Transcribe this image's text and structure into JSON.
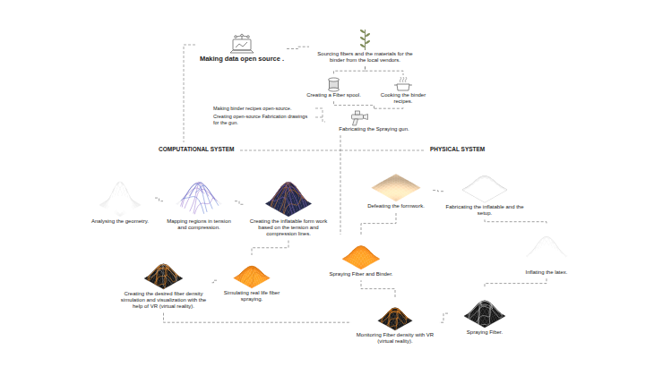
{
  "diagram": {
    "nodes": [
      {
        "text": [
          "Making data open source ."
        ]
      },
      {
        "text": [
          "Sourcing fibers and the materials for the binder from the local vendors."
        ]
      },
      {
        "text": [
          "Creating a Fiber spool."
        ]
      },
      {
        "text": [
          "Cooking the binder recipes."
        ]
      },
      {
        "text": [
          "Fabricating the Spraying gun."
        ]
      },
      {
        "text": [
          "Analysing the geometry."
        ]
      },
      {
        "text": [
          "Mapping regions in tension and compression."
        ]
      },
      {
        "text": [
          "Creating the inflatable form work based on the tension and compression lines."
        ]
      },
      {
        "text": [
          "Creating the desired fiber density simulation and visualization with the help of VR (virtual reality)."
        ]
      },
      {
        "text": [
          "Simulating real life fiber spraying."
        ]
      },
      {
        "text": [
          "Defeating the formwork."
        ]
      },
      {
        "text": [
          "Fabricating the inflatable and the setup."
        ]
      },
      {
        "text": [
          "Inflating the latex."
        ]
      },
      {
        "text": [
          "Spraying Fiber."
        ]
      },
      {
        "text": [
          "Monitoring Fiber density with VR (virtual reality)."
        ]
      },
      {
        "text": [
          "Spraying Fiber and Binder."
        ]
      }
    ],
    "edges": [
      {
        "from": 0,
        "to": 1,
        "arrow": "none"
      },
      {
        "from": 1,
        "to": 2,
        "arrow": "none"
      },
      {
        "from": 1,
        "to": 3,
        "arrow": "none"
      },
      {
        "from": 2,
        "to": 4,
        "arrow": "none"
      },
      {
        "from": 3,
        "to": 4,
        "arrow": "none"
      },
      {
        "from": 5,
        "to": 6,
        "arrow": "none"
      },
      {
        "from": 6,
        "to": 7,
        "arrow": "none"
      },
      {
        "from": 7,
        "to": 9,
        "arrow": "none"
      },
      {
        "from": 9,
        "to": 8,
        "arrow": "none"
      },
      {
        "from": 8,
        "to": 14,
        "arrow": "none"
      },
      {
        "from": 4,
        "to": 15,
        "arrow": "none"
      },
      {
        "from": 11,
        "to": 10,
        "arrow": "none"
      },
      {
        "from": 11,
        "to": 12,
        "arrow": "none"
      },
      {
        "from": 12,
        "to": 13,
        "arrow": "none"
      },
      {
        "from": 13,
        "to": 14,
        "arrow": "none"
      },
      {
        "from": 14,
        "to": 15,
        "arrow": "none"
      },
      {
        "from": 15,
        "to": 10,
        "arrow": "none"
      }
    ],
    "labels": [
      "COMPUTATIONAL SYSTEM",
      "PHYSICAL SYSTEM",
      "Making binder recipes open-source.",
      "Creating open-source Fabrication drawings for the gun."
    ]
  }
}
